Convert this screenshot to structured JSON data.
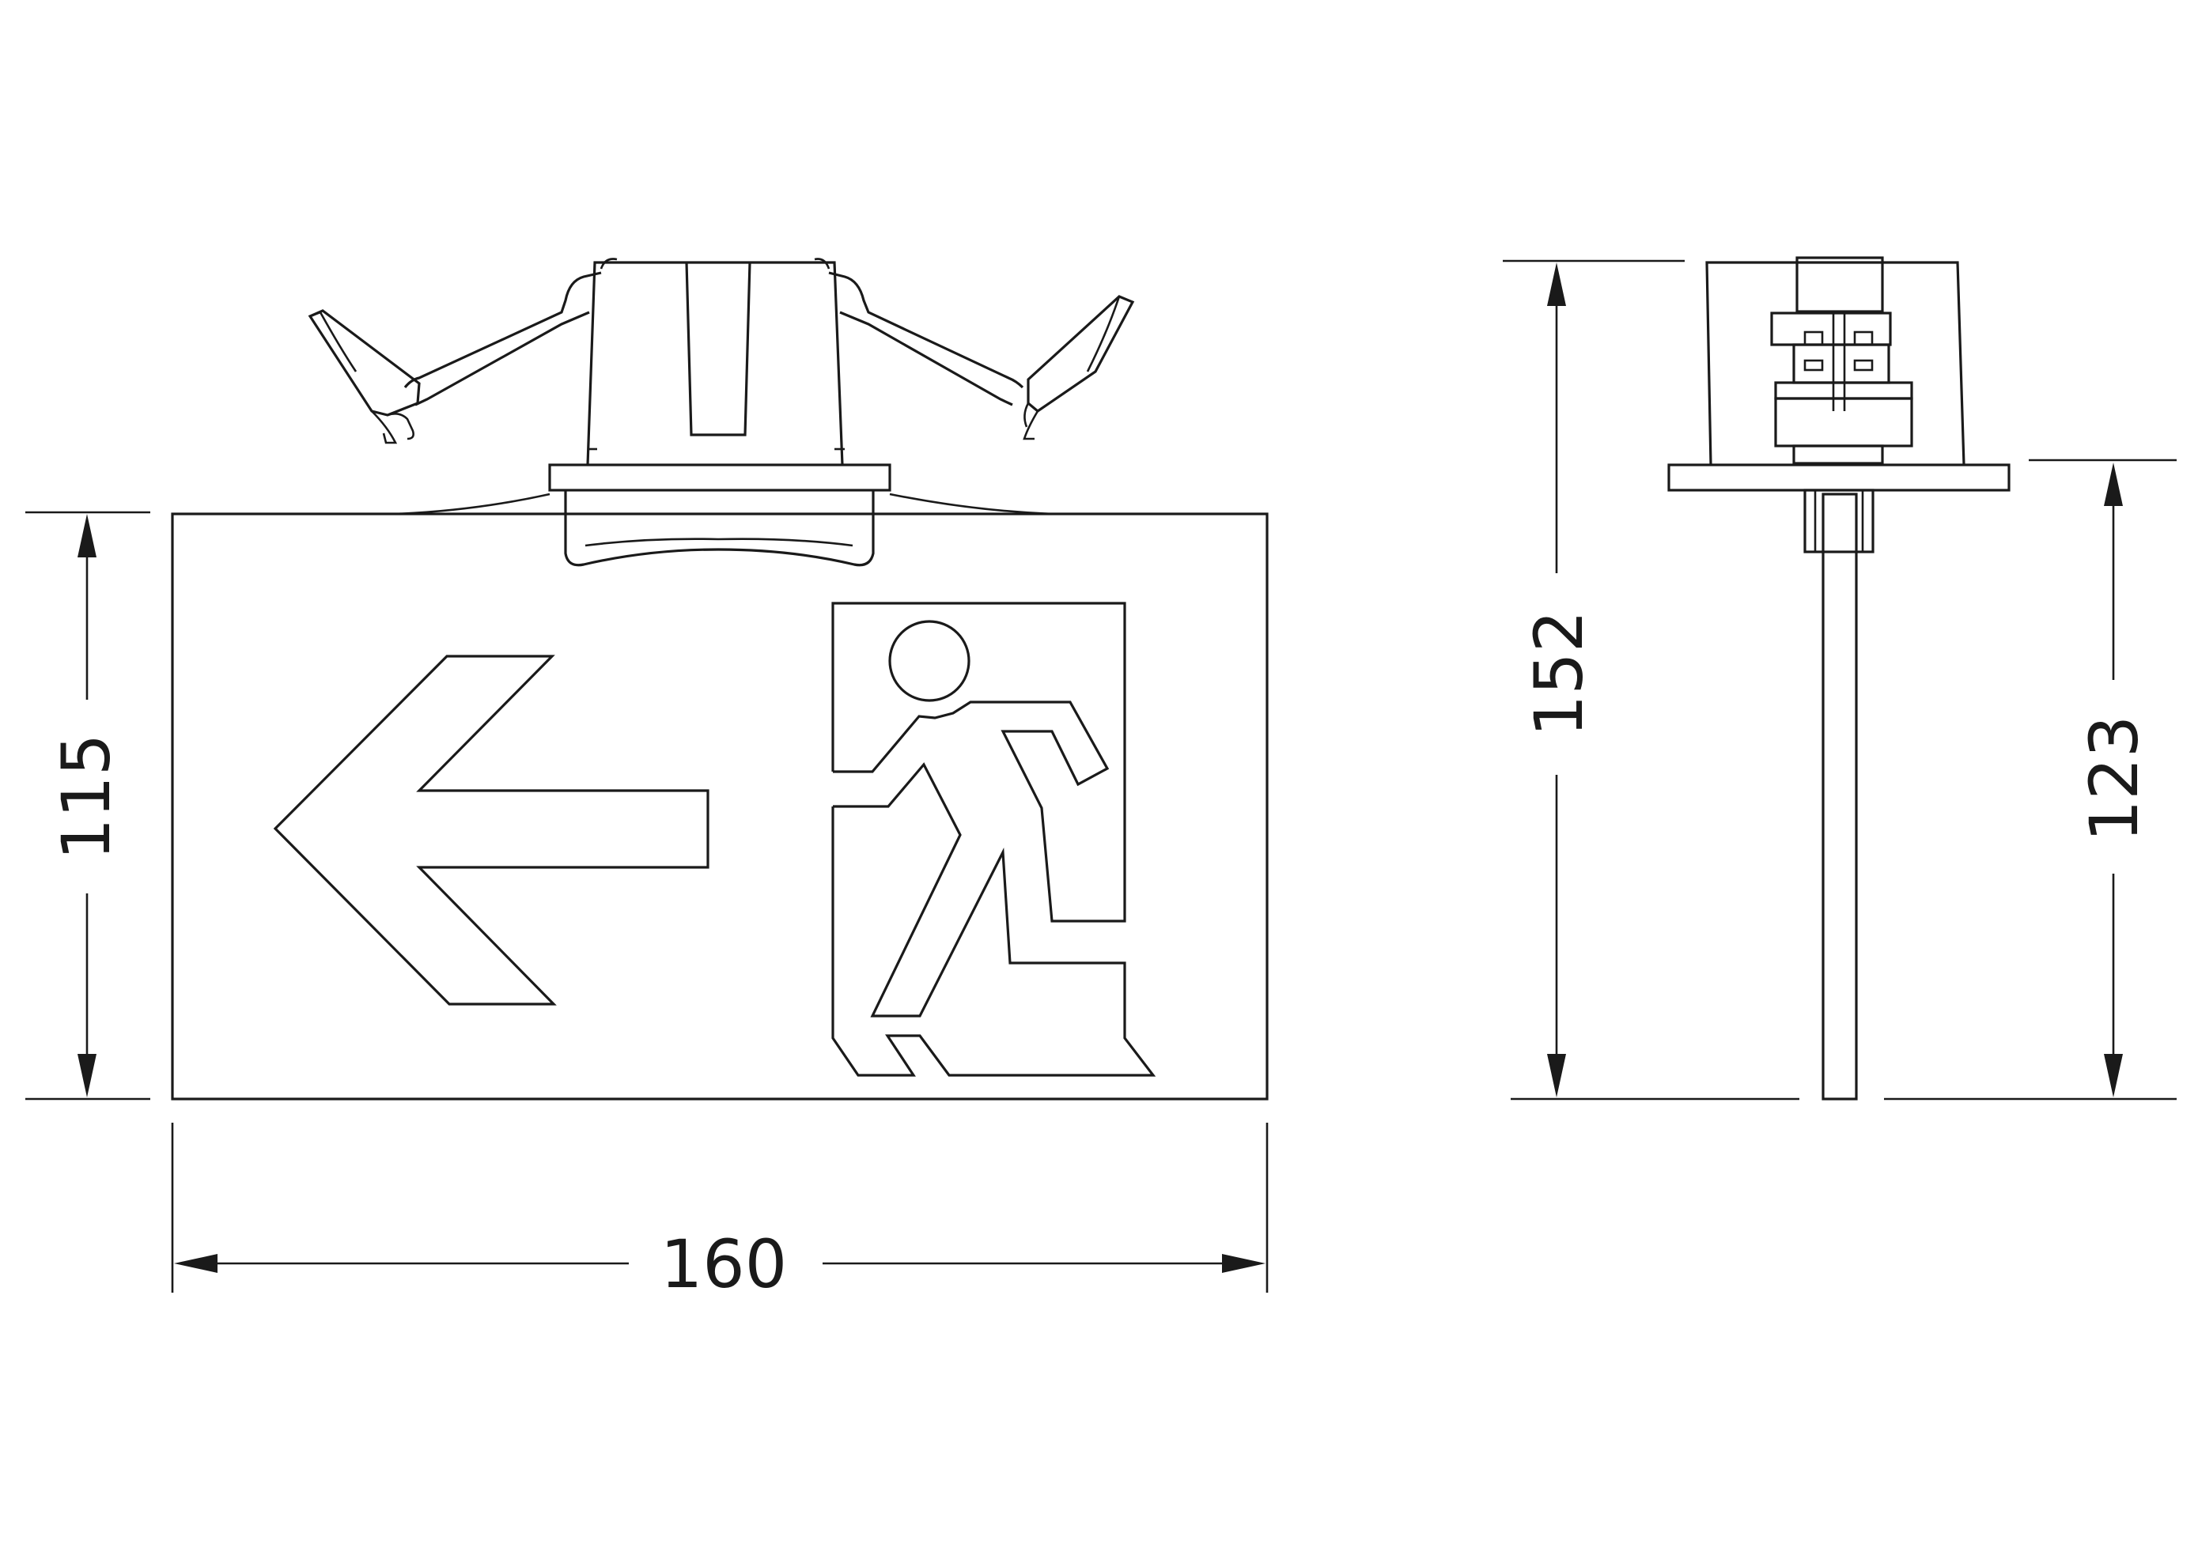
{
  "dimensions": {
    "width": "160",
    "height_front": "115",
    "height_total": "152",
    "height_side": "123"
  },
  "colors": {
    "stroke": "#1a1a1a",
    "background": "#ffffff"
  }
}
